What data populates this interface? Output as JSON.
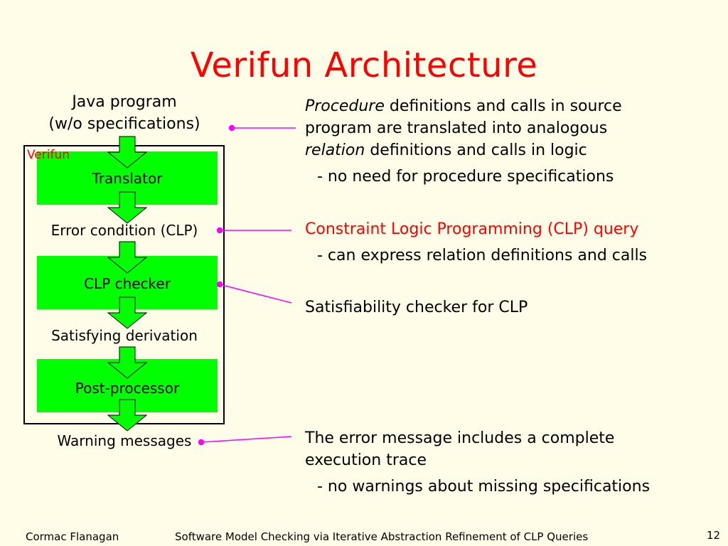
{
  "slide": {
    "title": "Verifun Architecture",
    "page_number": "12"
  },
  "flow": {
    "input_line1": "Java program",
    "input_line2": "(w/o specifications)",
    "container_label": "Verifun",
    "translator": "Translator",
    "error_condition": "Error condition (CLP)",
    "clp_checker": "CLP checker",
    "satisfying_derivation": "Satisfying derivation",
    "post_processor": "Post-processor",
    "output": "Warning messages"
  },
  "notes": {
    "translator_em1": "Procedure",
    "translator_line1_rest": " definitions and calls in source",
    "translator_line2": "program are translated into analogous",
    "translator_em2": "relation",
    "translator_line3_rest": " definitions and calls in logic",
    "translator_sub": "- no need for procedure specifications",
    "clp_query": "Constraint Logic Programming (CLP) query",
    "clp_query_sub": "- can express relation definitions and calls",
    "checker": "Satisfiability checker for CLP",
    "output_line1": "The error message includes a complete",
    "output_line2": "execution trace",
    "output_sub": "- no warnings about missing specifications"
  },
  "footer": {
    "author": "Cormac Flanagan",
    "talk_title": "Software Model Checking via Iterative Abstraction Refinement of CLP Queries"
  },
  "colors": {
    "background": "#fffde8",
    "title": "#ff0000",
    "box_fill": "#00ff00",
    "connector": "#ff00ff",
    "highlight_text": "#ff0000"
  }
}
